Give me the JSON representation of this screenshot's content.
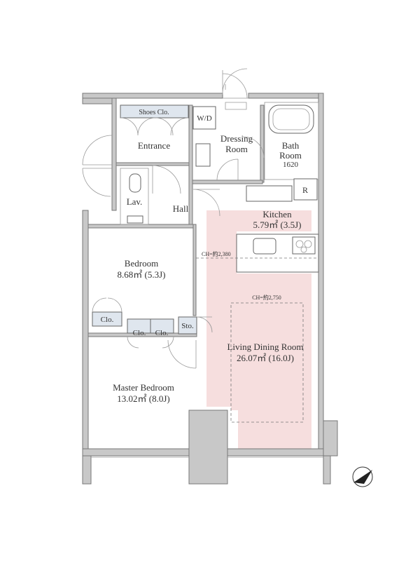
{
  "rooms": {
    "shoes_clo": "Shoes Clo.",
    "wd": "W/D",
    "dressing_l1": "Dressing",
    "dressing_l2": "Room",
    "bath_l1": "Bath",
    "bath_l2": "Room",
    "bath_size": "1620",
    "entrance": "Entrance",
    "lav": "Lav.",
    "hall": "Hall",
    "refrigerator": "R",
    "kitchen": "Kitchen",
    "kitchen_area": "5.79㎡ (3.5J)",
    "bedroom": "Bedroom",
    "bedroom_area": "8.68㎡ (5.3J)",
    "clo1": "Clo.",
    "clo2": "Clo.",
    "clo3": "Clo.",
    "sto": "Sto.",
    "ldr": "Living Dining Room",
    "ldr_area": "26.07㎡ (16.0J)",
    "master": "Master Bedroom",
    "master_area": "13.02㎡ (8.0J)",
    "ch_kitchen": "CH=約2,380",
    "ch_ldr": "CH=約2,750"
  },
  "colors": {
    "ldr_fill": "#f6dede",
    "wall": "#c8c8c8"
  }
}
